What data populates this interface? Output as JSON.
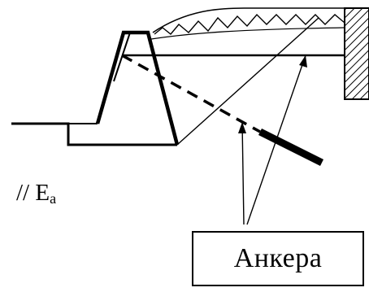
{
  "labels": {
    "force": "// E",
    "force_subscript": "a",
    "anchors": "Анкера"
  },
  "colors": {
    "line": "#000000",
    "background": "#ffffff"
  }
}
